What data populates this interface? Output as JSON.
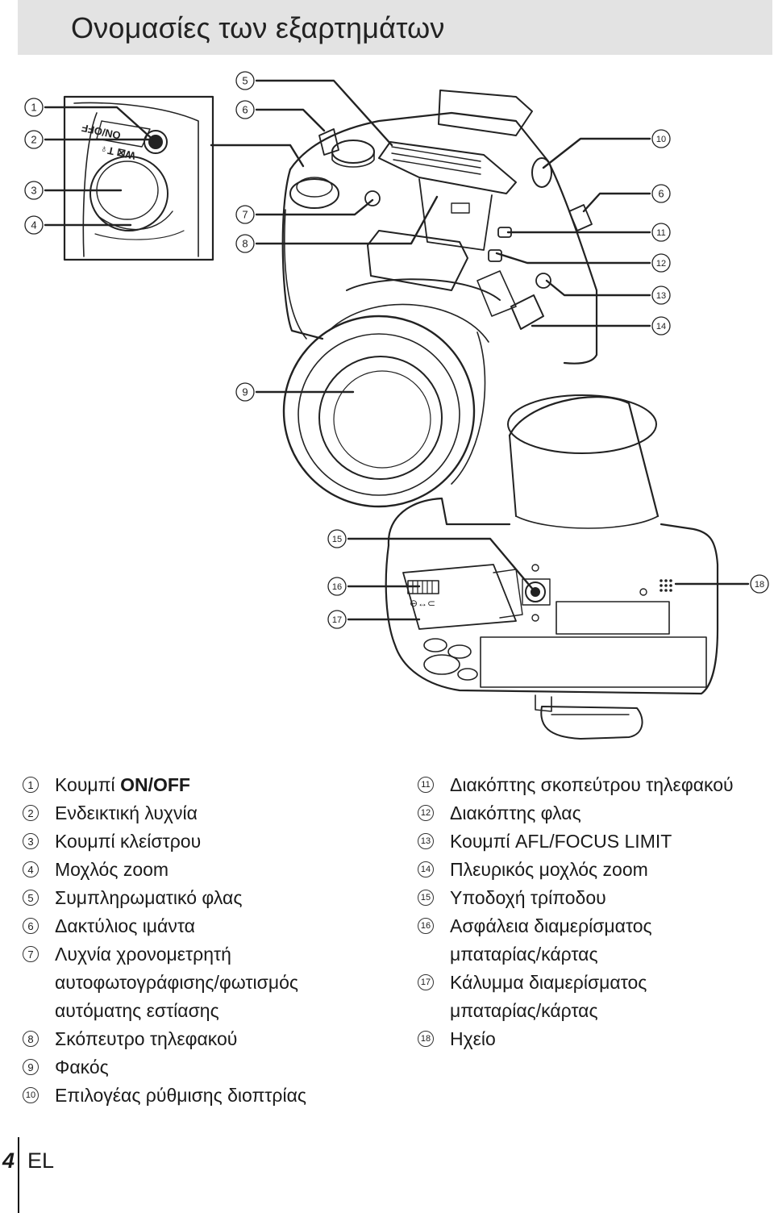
{
  "page": {
    "title": "Ονομασίες των εξαρτημάτων",
    "page_number": "4",
    "language_code": "EL"
  },
  "callouts": {
    "c1": "1",
    "c2": "2",
    "c3": "3",
    "c4": "4",
    "c5": "5",
    "c6": "6",
    "c6b": "6",
    "c7": "7",
    "c8": "8",
    "c9": "9",
    "c10": "10",
    "c11": "11",
    "c12": "12",
    "c13": "13",
    "c14": "14",
    "c15": "15",
    "c16": "16",
    "c17": "17",
    "c18": "18"
  },
  "camera_markings": {
    "power_label": "ON/OFF",
    "zoom_label": "W⊠ T♀",
    "lock_label": "⊖↔⊂"
  },
  "legend_left": [
    {
      "num": "1",
      "text": "Κουμπί ",
      "bold": "ON/OFF"
    },
    {
      "num": "2",
      "text": "Ενδεικτική λυχνία"
    },
    {
      "num": "3",
      "text": "Κουμπί κλείστρου"
    },
    {
      "num": "4",
      "text": "Μοχλός zoom"
    },
    {
      "num": "5",
      "text": "Συμπληρωματικό φλας"
    },
    {
      "num": "6",
      "text": "Δακτύλιος ιμάντα"
    },
    {
      "num": "7",
      "text": "Λυχνία χρονομετρητή αυτοφωτογράφισης/φωτισμός αυτόματης εστίασης"
    },
    {
      "num": "8",
      "text": "Σκόπευτρο τηλεφακού"
    },
    {
      "num": "9",
      "text": "Φακός"
    },
    {
      "num": "10",
      "text": "Επιλογέας ρύθμισης διοπτρίας"
    }
  ],
  "legend_right": [
    {
      "num": "11",
      "text": "Διακόπτης σκοπεύτρου τηλεφακού"
    },
    {
      "num": "12",
      "text": "Διακόπτης φλας"
    },
    {
      "num": "13",
      "text": "Κουμπί AFL/FOCUS LIMIT"
    },
    {
      "num": "14",
      "text": "Πλευρικός μοχλός zoom"
    },
    {
      "num": "15",
      "text": "Υποδοχή τρίποδου"
    },
    {
      "num": "16",
      "text": "Ασφάλεια διαμερίσματος μπαταρίας/κάρτας"
    },
    {
      "num": "17",
      "text": "Κάλυμμα διαμερίσματος μπαταρίας/κάρτας"
    },
    {
      "num": "18",
      "text": "Ηχείο"
    }
  ],
  "colors": {
    "title_bar": "#e3e3e3",
    "line_art": "#222222"
  }
}
